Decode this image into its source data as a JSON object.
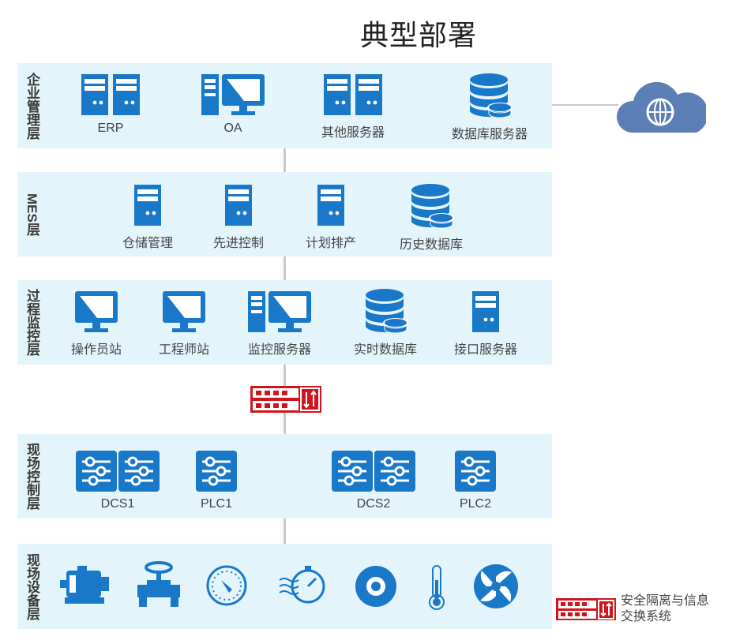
{
  "title": "典型部署",
  "layers": [
    {
      "label": "企业管理层",
      "nodes": [
        "ERP",
        "OA",
        "其他服务器",
        "数据库服务器"
      ]
    },
    {
      "label": "MES层",
      "nodes": [
        "仓储管理",
        "先进控制",
        "计划排产",
        "历史数据库"
      ]
    },
    {
      "label": "过程监控层",
      "nodes": [
        "操作员站",
        "工程师站",
        "监控服务器",
        "实时数据库",
        "接口服务器"
      ]
    },
    {
      "label": "现场控制层",
      "nodes": [
        "DCS1",
        "PLC1",
        "DCS2",
        "PLC2"
      ]
    },
    {
      "label": "现场设备层",
      "nodes": []
    }
  ],
  "field_devices": [
    "motor-icon",
    "valve-icon",
    "gauge-icon",
    "flow-meter-icon",
    "sensor-icon",
    "thermometer-icon",
    "fan-icon"
  ],
  "legend": {
    "line1": "安全隔离与信息",
    "line2": "交换系统"
  },
  "colors": {
    "primary_blue": "#1a78c9",
    "layer_bg": "#e4f4fb",
    "isolation_red": "#d0141b",
    "cloud": "#5b7fb5"
  }
}
